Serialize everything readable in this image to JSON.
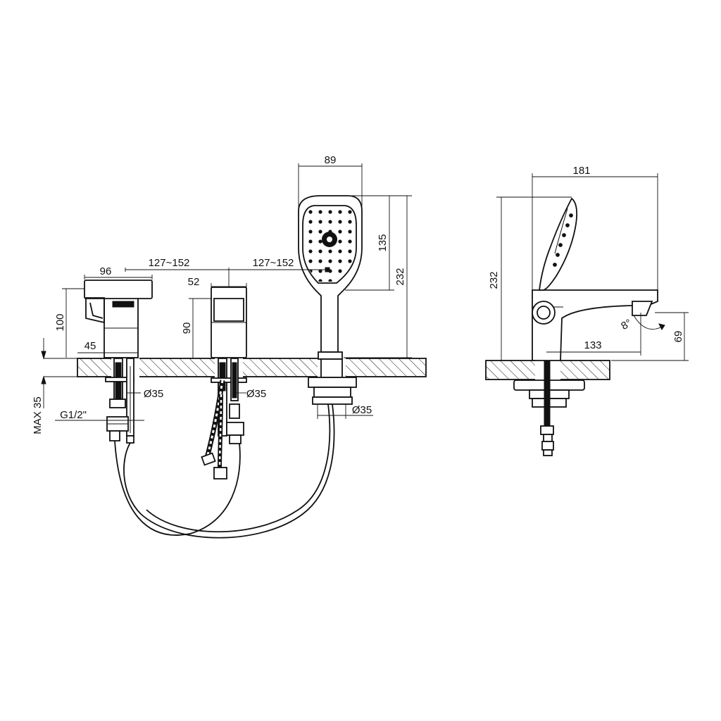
{
  "dimensions": {
    "top_left_width": "96",
    "spacing_left": "127~152",
    "spacing_right": "127~152",
    "spout_width": "52",
    "handshower_width": "89",
    "handshower_head_height": "135",
    "total_height_front": "232",
    "lever_height": "100",
    "spout_height": "90",
    "left_depth": "45",
    "hole_left": "Ø35",
    "hole_middle": "Ø35",
    "hole_right": "Ø35",
    "thread": "G1/2\"",
    "max_deck": "MAX 35",
    "side_width": "181",
    "side_height": "232",
    "side_reach": "133",
    "side_outlet_height": "69",
    "angle": "8°"
  },
  "colors": {
    "line": "#111111",
    "background": "#ffffff"
  }
}
